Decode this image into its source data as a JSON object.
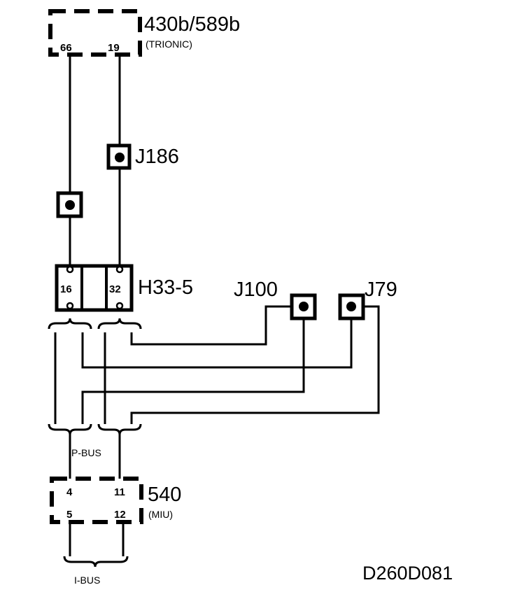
{
  "diagram": {
    "components": {
      "trionic": {
        "label": "430b/589b",
        "sublabel": "(TRIONIC)",
        "pins": [
          "66",
          "19"
        ]
      },
      "miu": {
        "label": "540",
        "sublabel": "(MIU)",
        "pins": [
          "4",
          "11",
          "5",
          "12"
        ]
      },
      "connector_h33": {
        "label": "H33-5",
        "pins": [
          "16",
          "32"
        ]
      }
    },
    "splices": {
      "j186": "J186",
      "j100": "J100",
      "j79": "J79"
    },
    "buses": {
      "pbus": "P-BUS",
      "ibus": "I-BUS"
    },
    "figure_code": "D260D081"
  }
}
